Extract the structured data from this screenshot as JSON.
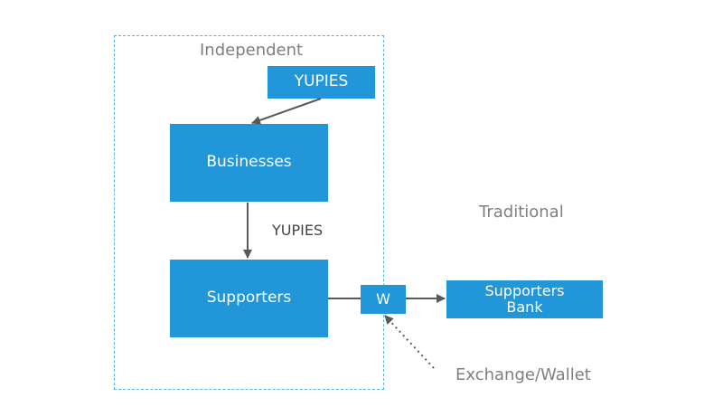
{
  "regions": {
    "independent": {
      "label": "Independent"
    },
    "traditional": {
      "label": "Traditional"
    }
  },
  "nodes": {
    "yupies_top": {
      "label": "YUPIES"
    },
    "businesses": {
      "label": "Businesses"
    },
    "supporters": {
      "label": "Supporters"
    },
    "wallet": {
      "label": "W"
    },
    "supporters_bank": {
      "label": "Supporters\nBank"
    }
  },
  "edge_labels": {
    "businesses_to_supporters": "YUPIES"
  },
  "annotations": {
    "exchange_wallet": "Exchange/Wallet"
  },
  "colors": {
    "box_fill": "#2196d9",
    "box_text": "#ffffff",
    "region_border": "#5ab4e0",
    "arrow": "#595959",
    "label_gray": "#7f7f7f"
  }
}
